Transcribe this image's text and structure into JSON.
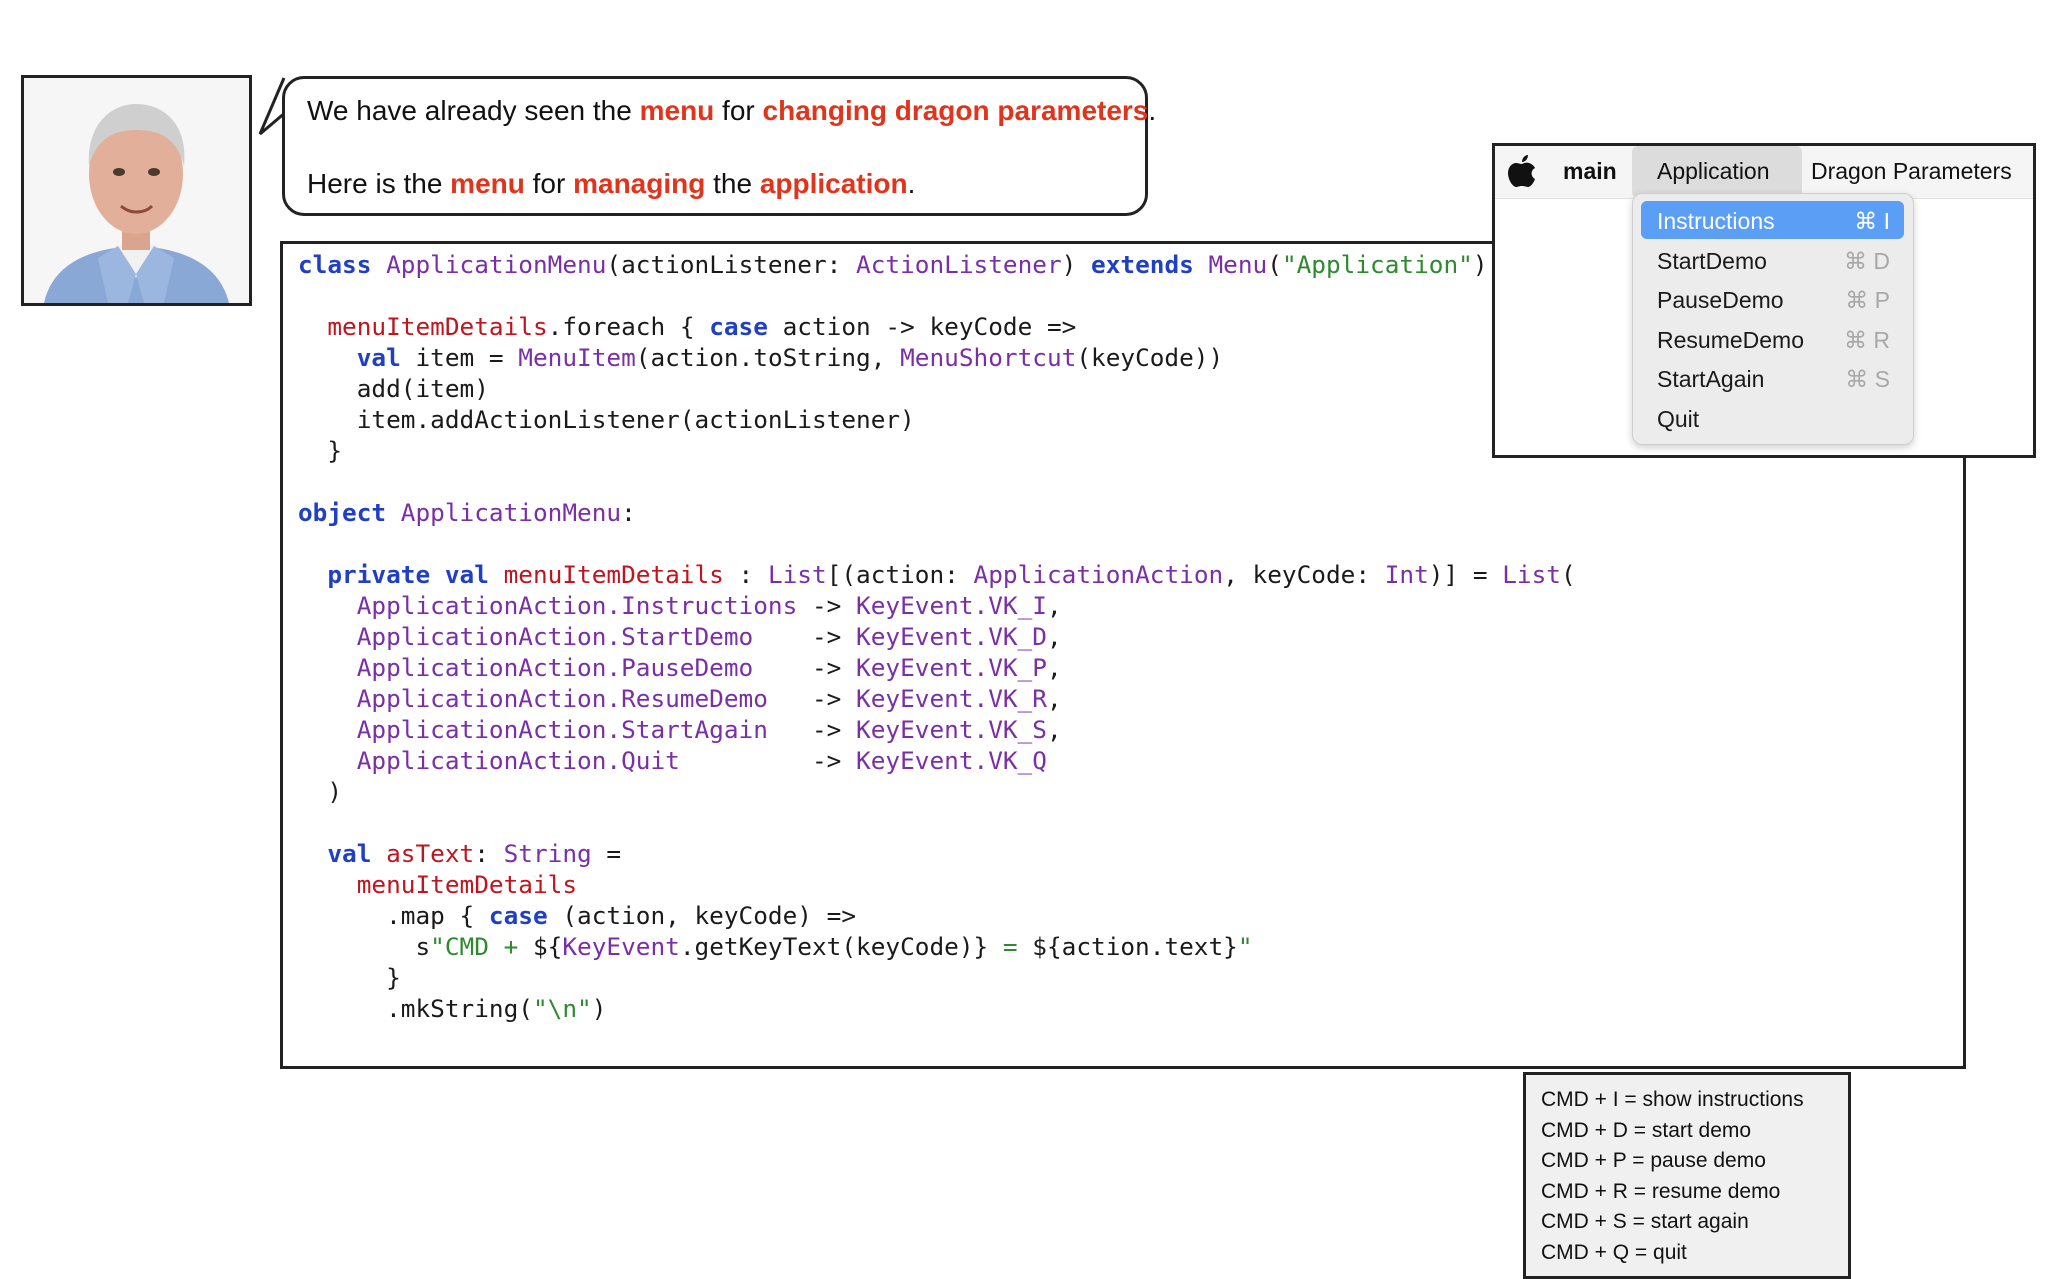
{
  "bubble": {
    "line1": [
      {
        "text": "We have already seen the ",
        "hl": false
      },
      {
        "text": "menu",
        "hl": true
      },
      {
        "text": " for ",
        "hl": false
      },
      {
        "text": "changing dragon parameters",
        "hl": true
      },
      {
        "text": ".",
        "hl": false
      }
    ],
    "line2": [
      {
        "text": "Here is the ",
        "hl": false
      },
      {
        "text": "menu",
        "hl": true
      },
      {
        "text": " for ",
        "hl": false
      },
      {
        "text": "managing",
        "hl": true
      },
      {
        "text": " the ",
        "hl": false
      },
      {
        "text": "application",
        "hl": true
      },
      {
        "text": ".",
        "hl": false
      }
    ]
  },
  "code_lines": [
    [
      [
        "class",
        "k"
      ],
      [
        " ",
        ""
      ],
      [
        "ApplicationMenu",
        "t"
      ],
      [
        "(actionListener: ",
        ""
      ],
      [
        "ActionListener",
        "t"
      ],
      [
        ") ",
        ""
      ],
      [
        "extends",
        "k"
      ],
      [
        " ",
        ""
      ],
      [
        "Menu",
        "t"
      ],
      [
        "(",
        ""
      ],
      [
        "\"Application\"",
        "s"
      ],
      [
        "):",
        ""
      ]
    ],
    [],
    [
      [
        "  ",
        ""
      ],
      [
        "menuItemDetails",
        "m"
      ],
      [
        ".foreach { ",
        ""
      ],
      [
        "case",
        "k"
      ],
      [
        " action -> keyCode =>",
        ""
      ]
    ],
    [
      [
        "    ",
        ""
      ],
      [
        "val",
        "k"
      ],
      [
        " item = ",
        ""
      ],
      [
        "MenuItem",
        "t"
      ],
      [
        "(action.toString, ",
        ""
      ],
      [
        "MenuShortcut",
        "t"
      ],
      [
        "(keyCode))",
        ""
      ]
    ],
    [
      [
        "    add(item)",
        ""
      ]
    ],
    [
      [
        "    item.addActionListener(actionListener)",
        ""
      ]
    ],
    [
      [
        "  }",
        ""
      ]
    ],
    [],
    [
      [
        "object",
        "k"
      ],
      [
        " ",
        ""
      ],
      [
        "ApplicationMenu",
        "t"
      ],
      [
        ":",
        ""
      ]
    ],
    [],
    [
      [
        "  ",
        ""
      ],
      [
        "private val",
        "k"
      ],
      [
        " ",
        ""
      ],
      [
        "menuItemDetails",
        "m"
      ],
      [
        " : ",
        ""
      ],
      [
        "List",
        "t"
      ],
      [
        "[(action: ",
        ""
      ],
      [
        "ApplicationAction",
        "t"
      ],
      [
        ", keyCode: ",
        ""
      ],
      [
        "Int",
        "t"
      ],
      [
        ")] = ",
        ""
      ],
      [
        "List",
        "t"
      ],
      [
        "(",
        ""
      ]
    ],
    [
      [
        "    ",
        ""
      ],
      [
        "ApplicationAction.Instructions",
        "t"
      ],
      [
        " -> ",
        ""
      ],
      [
        "KeyEvent.VK_I",
        "t"
      ],
      [
        ",",
        ""
      ]
    ],
    [
      [
        "    ",
        ""
      ],
      [
        "ApplicationAction.StartDemo",
        "t"
      ],
      [
        "    -> ",
        ""
      ],
      [
        "KeyEvent.VK_D",
        "t"
      ],
      [
        ",",
        ""
      ]
    ],
    [
      [
        "    ",
        ""
      ],
      [
        "ApplicationAction.PauseDemo",
        "t"
      ],
      [
        "    -> ",
        ""
      ],
      [
        "KeyEvent.VK_P",
        "t"
      ],
      [
        ",",
        ""
      ]
    ],
    [
      [
        "    ",
        ""
      ],
      [
        "ApplicationAction.ResumeDemo",
        "t"
      ],
      [
        "   -> ",
        ""
      ],
      [
        "KeyEvent.VK_R",
        "t"
      ],
      [
        ",",
        ""
      ]
    ],
    [
      [
        "    ",
        ""
      ],
      [
        "ApplicationAction.StartAgain",
        "t"
      ],
      [
        "   -> ",
        ""
      ],
      [
        "KeyEvent.VK_S",
        "t"
      ],
      [
        ",",
        ""
      ]
    ],
    [
      [
        "    ",
        ""
      ],
      [
        "ApplicationAction.Quit",
        "t"
      ],
      [
        "         -> ",
        ""
      ],
      [
        "KeyEvent.VK_Q",
        "t"
      ]
    ],
    [
      [
        "  )",
        ""
      ]
    ],
    [],
    [
      [
        "  ",
        ""
      ],
      [
        "val",
        "k"
      ],
      [
        " ",
        ""
      ],
      [
        "asText",
        "m"
      ],
      [
        ": ",
        ""
      ],
      [
        "String",
        "t"
      ],
      [
        " =",
        ""
      ]
    ],
    [
      [
        "    ",
        ""
      ],
      [
        "menuItemDetails",
        "m"
      ]
    ],
    [
      [
        "      .map { ",
        ""
      ],
      [
        "case",
        "k"
      ],
      [
        " (action, keyCode) =>",
        ""
      ]
    ],
    [
      [
        "        s",
        ""
      ],
      [
        "\"CMD + ",
        "s"
      ],
      [
        "${",
        ""
      ],
      [
        "KeyEvent",
        "t"
      ],
      [
        ".getKeyText(keyCode)}",
        ""
      ],
      [
        " = ",
        "s"
      ],
      [
        "${action.text}",
        ""
      ],
      [
        "\"",
        "s"
      ]
    ],
    [
      [
        "      }",
        ""
      ]
    ],
    [
      [
        "      .mkString(",
        ""
      ],
      [
        "\"\\n\"",
        "s"
      ],
      [
        ")",
        ""
      ]
    ]
  ],
  "help_lines": [
    "CMD + I = show instructions",
    "CMD + D = start demo",
    "CMD + P = pause demo",
    "CMD + R = resume demo",
    "CMD + S = start again",
    "CMD + Q = quit"
  ],
  "menubar": {
    "apple_icon": "apple-logo-icon",
    "main": "main",
    "application": "Application",
    "dragon_parameters": "Dragon Parameters"
  },
  "menu_items": [
    {
      "label": "Instructions",
      "shortcut": "⌘ I",
      "selected": true
    },
    {
      "label": "StartDemo",
      "shortcut": "⌘ D",
      "selected": false
    },
    {
      "label": "PauseDemo",
      "shortcut": "⌘ P",
      "selected": false
    },
    {
      "label": "ResumeDemo",
      "shortcut": "⌘ R",
      "selected": false
    },
    {
      "label": "StartAgain",
      "shortcut": "⌘ S",
      "selected": false
    },
    {
      "label": "Quit",
      "shortcut": "",
      "selected": false
    }
  ],
  "colors": {
    "highlight": "#e0341c",
    "keyword": "#1f3fc4",
    "type": "#7a2fa8",
    "member": "#c0141f",
    "string": "#2e8a2e",
    "menu_selection": "#5b9ef6"
  }
}
